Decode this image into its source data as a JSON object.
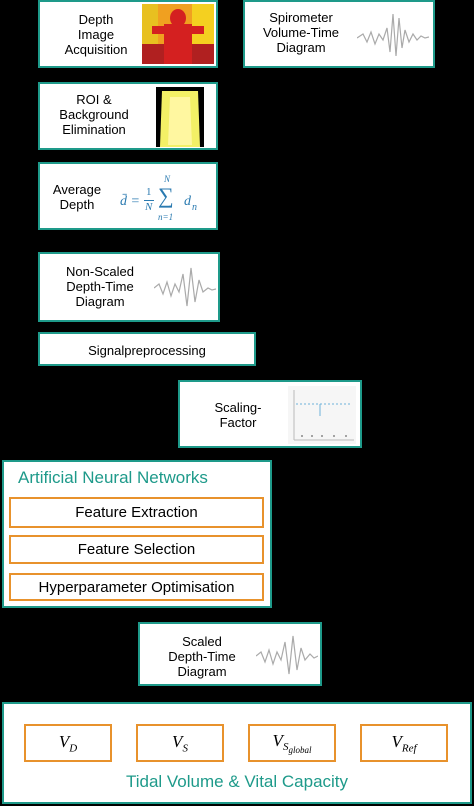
{
  "nodes": {
    "depth_acquisition": "Depth\nImage\nAcquisition",
    "spirometer": "Spirometer\nVolume-Time\nDiagram",
    "roi": "ROI &\nBackground\nElimination",
    "average_depth": "Average\nDepth",
    "non_scaled": "Non-Scaled\nDepth-Time\nDiagram",
    "signalpreprocessing": "Signalpreprocessing",
    "scaling_factor": "Scaling-\nFactor",
    "scaled": "Scaled\nDepth-Time\nDiagram"
  },
  "formula": {
    "lhs": "d̄ =",
    "num": "1",
    "den": "N",
    "sum_top": "N",
    "sum_bottom": "n=1",
    "term": "d",
    "term_sub": "n"
  },
  "ann": {
    "title": "Artificial Neural Networks",
    "steps": [
      "Feature Extraction",
      "Feature Selection",
      "Hyperparameter Optimisation"
    ]
  },
  "outputs": {
    "vd": {
      "base": "V",
      "sub": "D"
    },
    "vs": {
      "base": "V",
      "sub": "S"
    },
    "vsg": {
      "base": "V",
      "sub": "S",
      "subsub": "global"
    },
    "vref": {
      "base": "V",
      "sub": "Ref"
    },
    "title": "Tidal Volume & Vital Capacity"
  },
  "colors": {
    "teal": "#1e9a8a",
    "orange": "#e8922c",
    "background": "#000000"
  }
}
